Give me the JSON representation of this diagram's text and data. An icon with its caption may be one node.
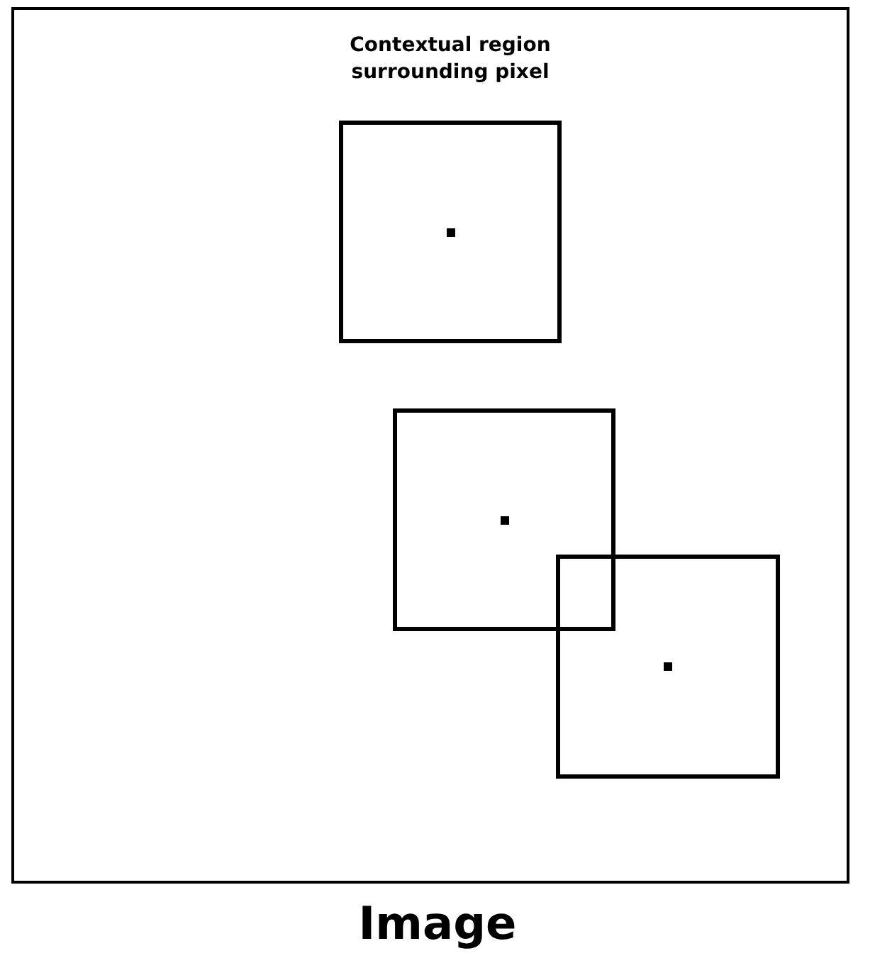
{
  "diagram": {
    "caption": "Image",
    "nodes": [
      {
        "text": [],
        "shape": "box"
      },
      {
        "text": [
          "Contextual region surrounding pixel"
        ],
        "in": 0
      },
      {
        "text": [],
        "shape": "box",
        "in": 0
      },
      {
        "text": [],
        "shape": "box",
        "in": 0
      }
    ]
  }
}
